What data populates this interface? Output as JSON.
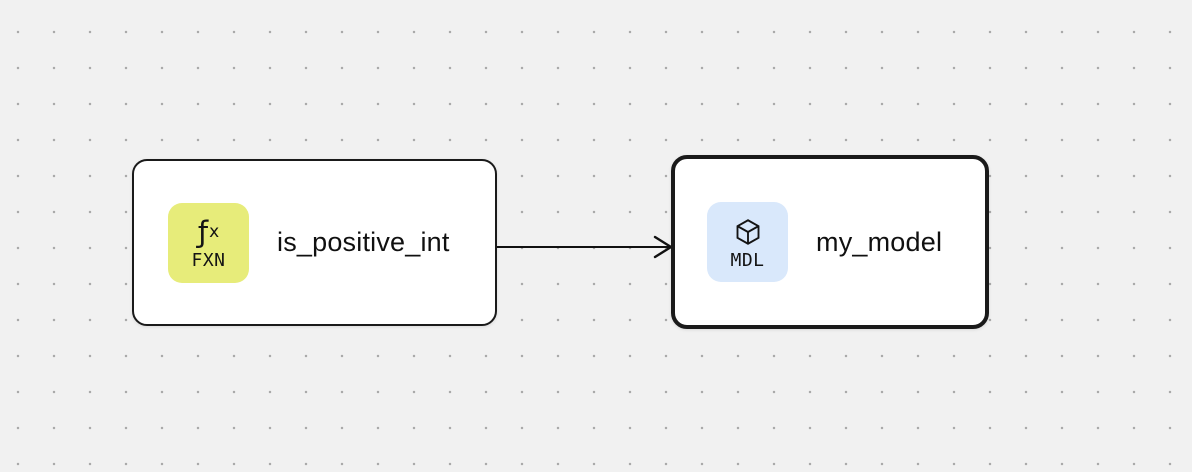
{
  "canvas": {
    "background_color": "#f1f1f1",
    "dot_color": "#a9a9a9",
    "edge_color": "#111111"
  },
  "nodes": [
    {
      "type": "function",
      "label": "is_positive_int",
      "selected": false,
      "badge": {
        "glyph_main": "ƒ",
        "glyph_sub": "x",
        "text": "FXN",
        "background": "#e7ec7a"
      }
    },
    {
      "type": "model",
      "label": "my_model",
      "selected": true,
      "badge": {
        "icon": "cube-icon",
        "text": "MDL",
        "background": "#d9e8fb"
      }
    }
  ],
  "edge": {
    "from": "is_positive_int",
    "to": "my_model"
  }
}
